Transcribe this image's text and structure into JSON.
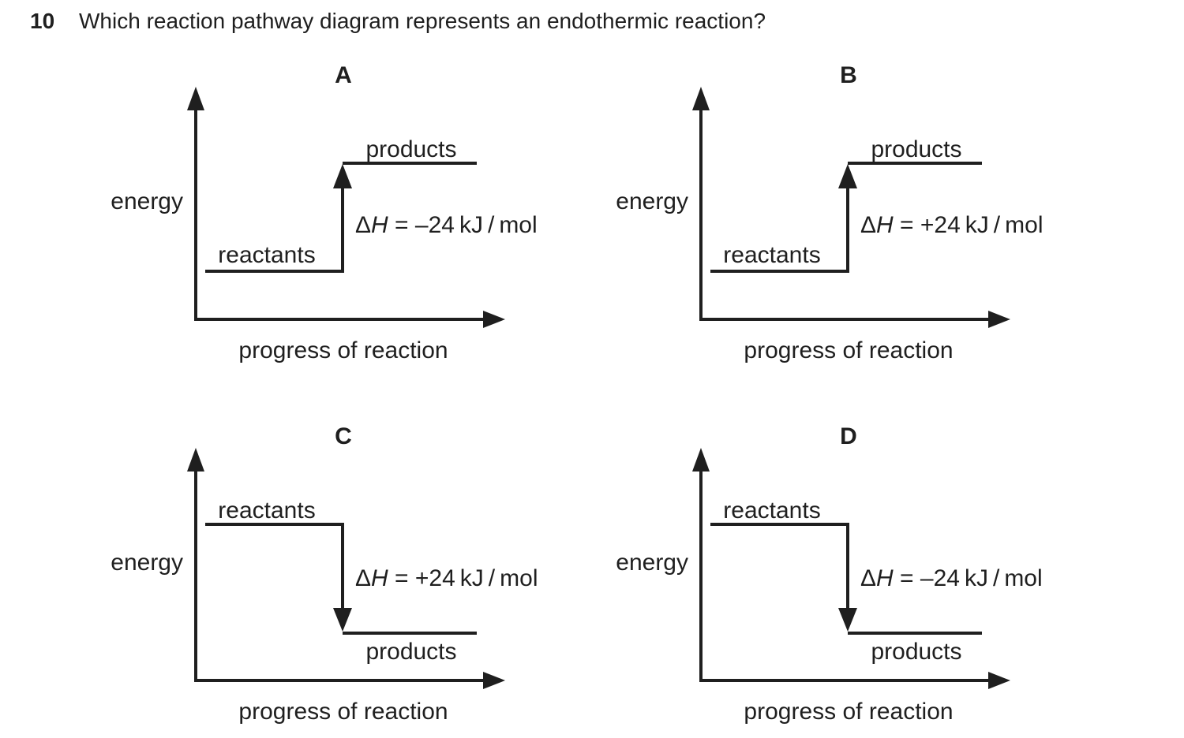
{
  "question": {
    "number": "10",
    "text": "Which reaction pathway diagram represents an endothermic reaction?"
  },
  "shared": {
    "energy_label": "energy",
    "x_axis_label": "progress of reaction",
    "reactants_label": "reactants",
    "products_label": "products",
    "delta_symbol": "Δ",
    "enthalpy_symbol": "H",
    "line_color": "#1f1f1f",
    "background_color": "#ffffff"
  },
  "diagrams": [
    {
      "label": "A",
      "arrow_direction": "up",
      "reactants_position": "low",
      "products_position": "high",
      "delta_h_rest": " = –24 kJ / mol",
      "delta_h_kj_per_mol": -24
    },
    {
      "label": "B",
      "arrow_direction": "up",
      "reactants_position": "low",
      "products_position": "high",
      "delta_h_rest": " = +24 kJ / mol",
      "delta_h_kj_per_mol": 24
    },
    {
      "label": "C",
      "arrow_direction": "down",
      "reactants_position": "high",
      "products_position": "low",
      "delta_h_rest": " = +24 kJ / mol",
      "delta_h_kj_per_mol": 24
    },
    {
      "label": "D",
      "arrow_direction": "down",
      "reactants_position": "high",
      "products_position": "low",
      "delta_h_rest": " = –24 kJ / mol",
      "delta_h_kj_per_mol": -24
    }
  ]
}
